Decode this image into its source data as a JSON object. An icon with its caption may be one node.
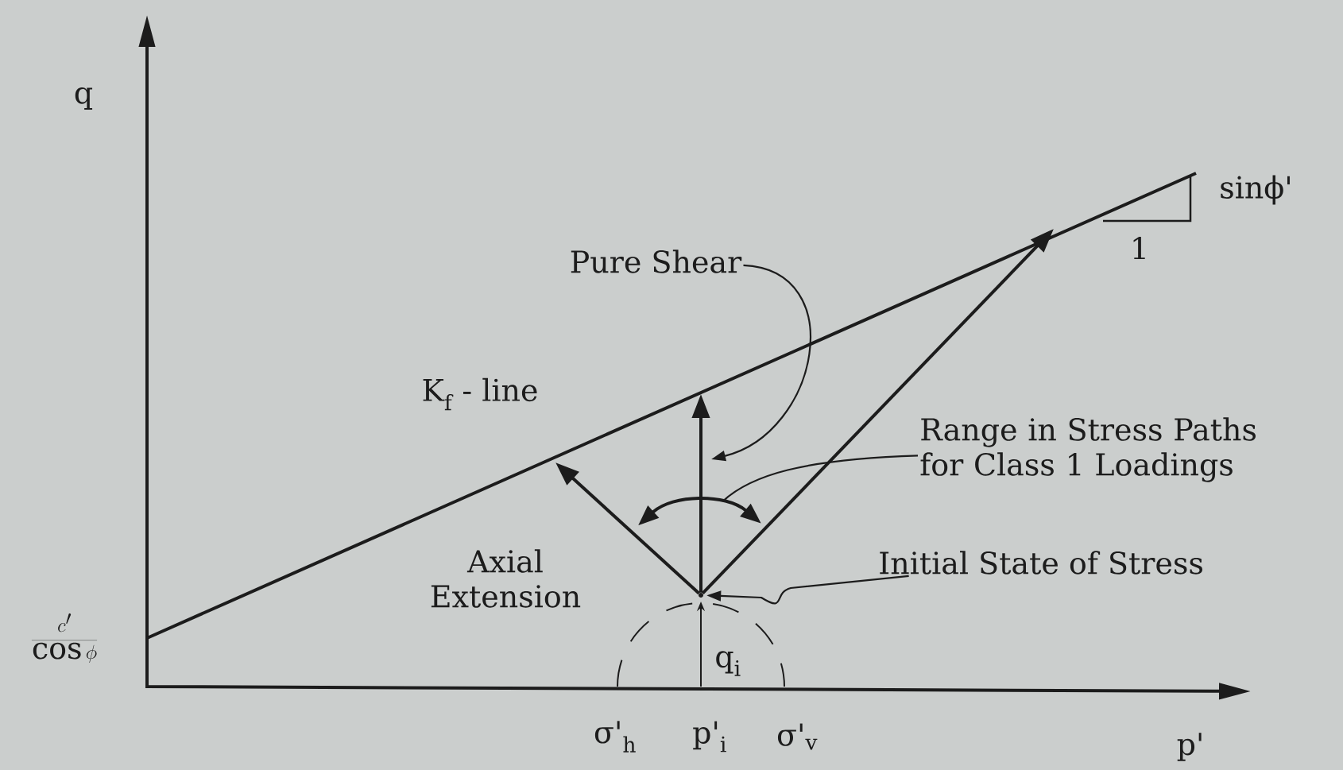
{
  "diagram": {
    "nodes": [
      {
        "text": [
          "Pure Shear"
        ]
      },
      {
        "text": [
          "Axial Extension"
        ]
      },
      {
        "text": [
          "Range in Stress Paths for Class 1 Loadings"
        ]
      },
      {
        "text": [
          "Initial State of Stress"
        ]
      },
      {
        "text": [],
        "shape": "point"
      },
      {
        "text": [],
        "shape": "arc"
      }
    ],
    "edges": [
      {
        "from": 4,
        "to": null,
        "arrow": "to"
      },
      {
        "from": 4,
        "to": null,
        "arrow": "to"
      },
      {
        "from": 4,
        "to": null,
        "arrow": "to"
      },
      {
        "from": 0,
        "to": null,
        "arrow": "to"
      },
      {
        "from": 2,
        "to": 5,
        "arrow": "none"
      },
      {
        "from": 3,
        "to": 4,
        "arrow": "to"
      }
    ],
    "labels": [
      "q",
      "\\frac{c'}{\\cos\\phi}",
      "K$_{f}$ - line",
      "sinϕ'",
      "1",
      "σ'$_{h}$",
      "p'$_{i}$",
      "σ'$_{v}$",
      "q$_{i}$",
      "p'"
    ]
  }
}
